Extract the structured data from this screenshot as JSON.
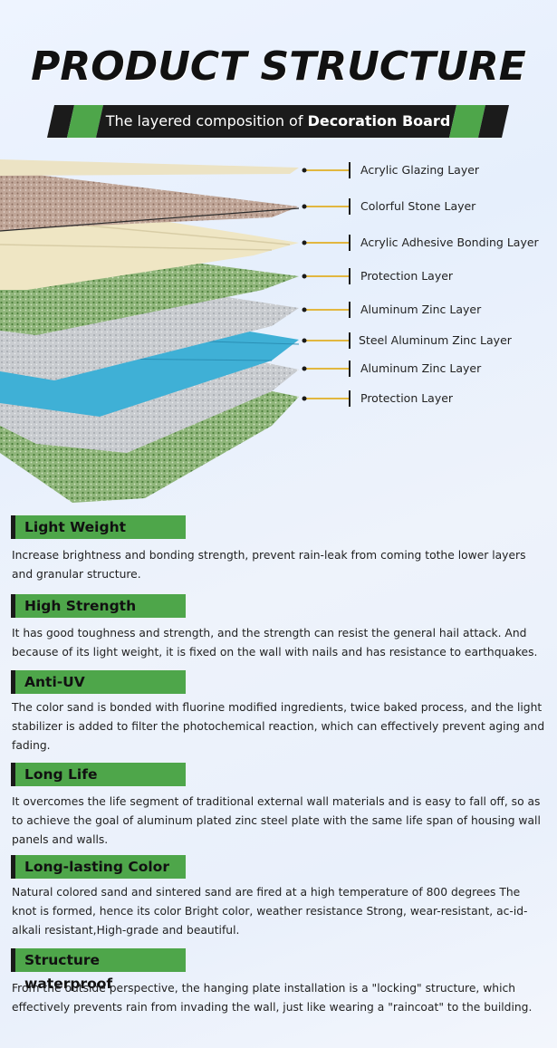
{
  "header": {
    "title": "PRODUCT STRUCTURE",
    "subtitle_prefix": "The layered composition of ",
    "subtitle_bold": "Decoration Board"
  },
  "layers": [
    {
      "label": "Acrylic Glazing Layer"
    },
    {
      "label": "Colorful Stone Layer"
    },
    {
      "label": "Acrylic Adhesive Bonding Layer"
    },
    {
      "label": "Protection Layer"
    },
    {
      "label": "Aluminum Zinc Layer"
    },
    {
      "label": "Steel Aluminum Zinc Layer"
    },
    {
      "label": "Aluminum Zinc Layer"
    },
    {
      "label": "Protection Layer"
    }
  ],
  "colors": {
    "accent_green": "#4ea64a",
    "callout_line": "#e0a400",
    "layer_blue": "#3fb0d6",
    "layer_cream": "#efe6c4"
  },
  "features": [
    {
      "title": "Light Weight",
      "text": "Increase brightness and bonding strength, prevent rain-leak from coming tothe lower layers and granular structure."
    },
    {
      "title": "High Strength",
      "text": "It has good toughness and strength, and the strength can resist the general hail attack. And because of its light weight, it is fixed on the wall with nails and has resistance to earthquakes."
    },
    {
      "title": "Anti-UV",
      "text": "The color sand is bonded with fluorine modified ingredients, twice baked process, and the light stabilizer is added to filter the photochemical reaction, which can effectively prevent aging and fading."
    },
    {
      "title": "Long Life",
      "text": "It overcomes the life segment of traditional external wall materials and is easy to fall off, so as to achieve the goal of aluminum plated zinc steel plate with the same life span of housing wall panels and walls."
    },
    {
      "title": "Long-lasting Color",
      "text": "Natural colored sand and sintered sand are fired at a high temperature of 800 degrees The knot is formed, hence its color Bright color, weather resistance Strong, wear-resistant, ac-id-alkali resistant,High-grade and beautiful."
    },
    {
      "title": "Structure waterproof",
      "text": "From the outside perspective, the hanging plate installation is a \"locking\" structure, which effectively prevents rain from invading the wall, just like wearing a \"raincoat\" to the building."
    }
  ]
}
